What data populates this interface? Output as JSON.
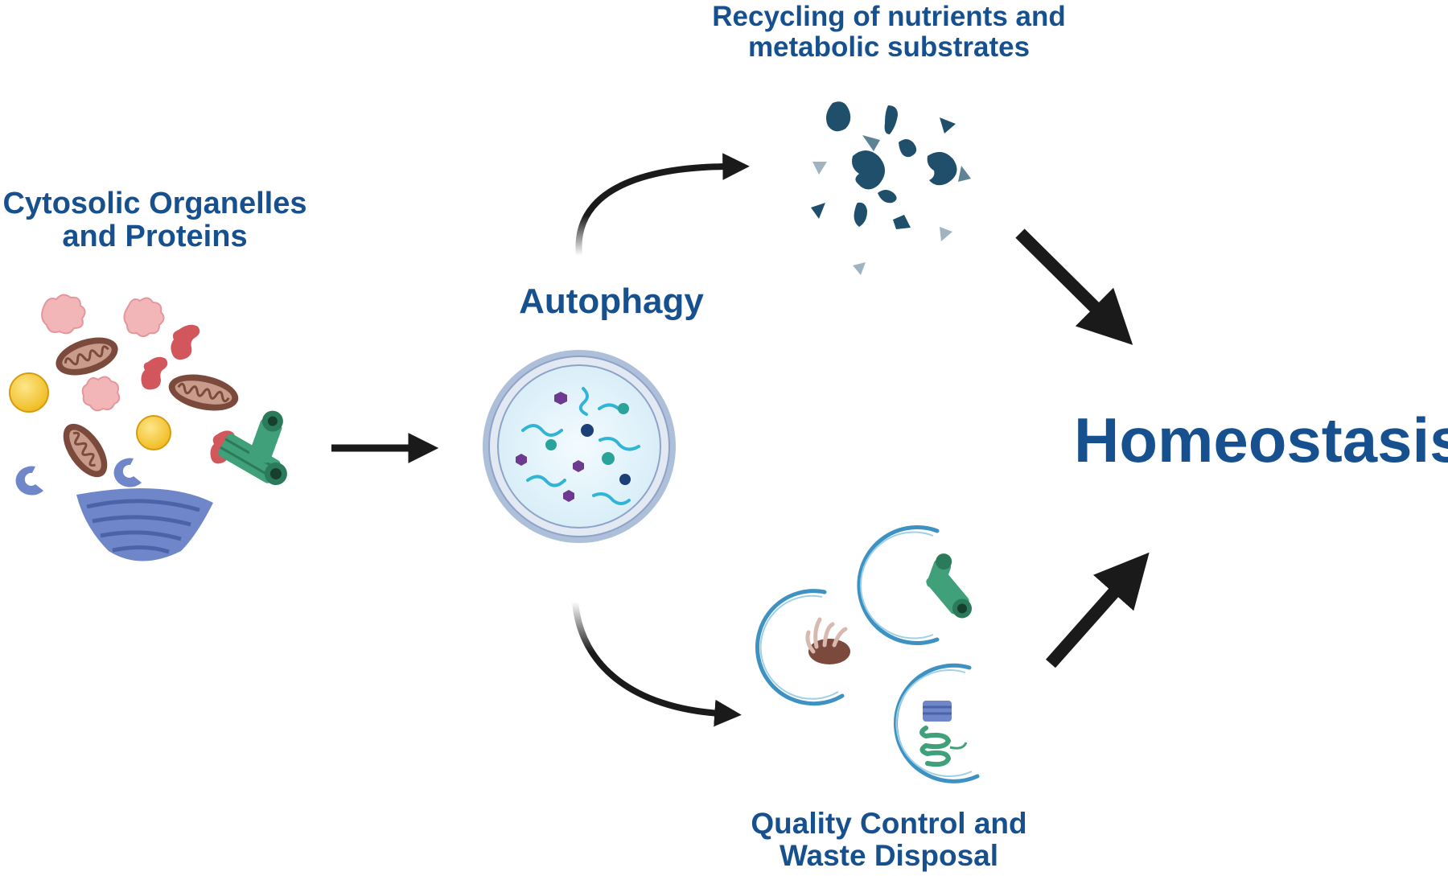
{
  "diagram": {
    "labels": {
      "cytosolic": [
        "Cytosolic Organelles",
        "and Proteins"
      ],
      "recycling": [
        "Recycling of nutrients and",
        "metabolic substrates"
      ],
      "autophagy": "Autophagy",
      "homeostasis": "Homeostasis",
      "quality": [
        "Quality Control and",
        "Waste Disposal"
      ]
    },
    "nodes": [
      {
        "id": "cytosolic",
        "icon": "organelles-cluster-icon"
      },
      {
        "id": "autophagy",
        "icon": "autolysosome-icon"
      },
      {
        "id": "recycling",
        "icon": "nutrient-fragments-icon"
      },
      {
        "id": "quality",
        "icon": "phagophore-cargo-icon"
      },
      {
        "id": "homeostasis",
        "icon": "none"
      }
    ],
    "edges": [
      {
        "from": "cytosolic",
        "to": "autophagy"
      },
      {
        "from": "autophagy",
        "to": "recycling"
      },
      {
        "from": "autophagy",
        "to": "quality"
      },
      {
        "from": "recycling",
        "to": "homeostasis"
      },
      {
        "from": "quality",
        "to": "homeostasis"
      }
    ],
    "colors": {
      "label": "#17508f",
      "arrow": "#1a1a1a",
      "mitochondria": "#7b4a3d",
      "golgi_er": "#6f86c8",
      "nucleus_gold": "#f2c42c",
      "pink_protein": "#f2b6b8",
      "red_protein": "#d2575d",
      "proteasome": "#3fa07a",
      "lysosome_ring": "#aebfda",
      "fragments": "#1f4f6a"
    }
  }
}
